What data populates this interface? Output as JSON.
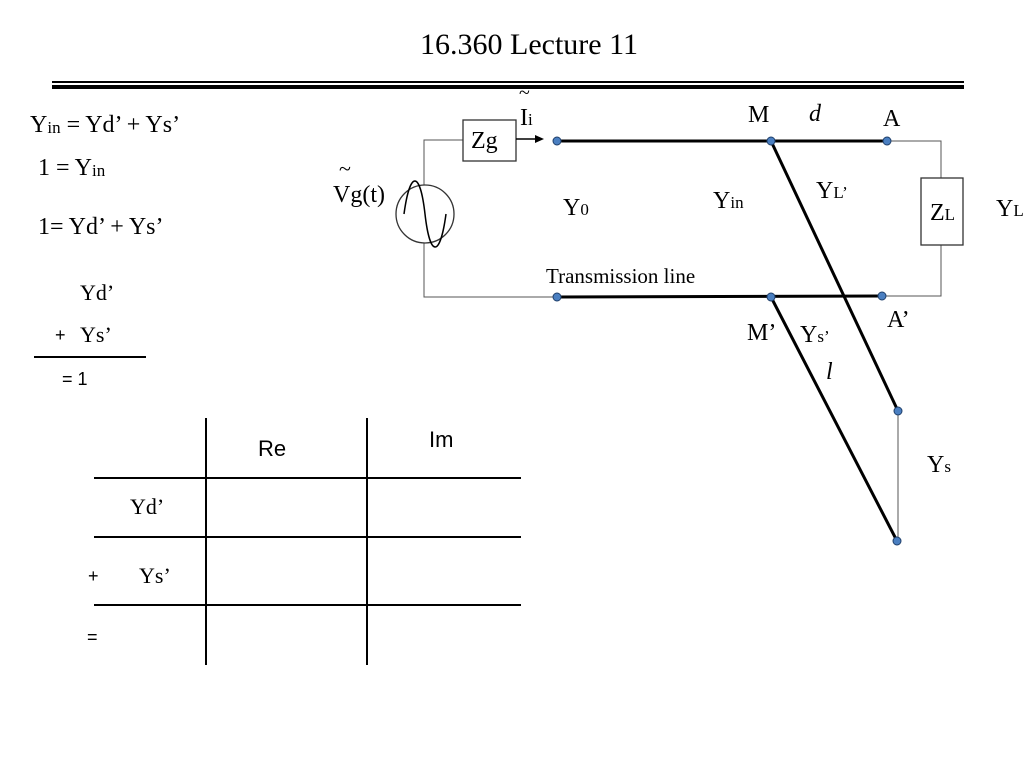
{
  "slide": {
    "title": "16.360 Lecture 11"
  },
  "equations": {
    "eq1": {
      "lhs": "Y",
      "lhs_sub": "in",
      "rhs": "= Yd’ + Ys’"
    },
    "eq2": {
      "lhs": "1 = Y",
      "lhs_sub": "in"
    },
    "eq3": "1= Yd’ + Ys’"
  },
  "sum": {
    "row1": "Yd’",
    "plus": "+",
    "row2": "Ys’",
    "result": "= 1"
  },
  "table": {
    "headers": [
      "",
      "Re",
      "Im"
    ],
    "rows": [
      {
        "sign": "",
        "label": "Yd’"
      },
      {
        "sign": "+",
        "label": "Ys’"
      },
      {
        "sign": "=",
        "label": ""
      }
    ]
  },
  "circuit": {
    "source_tilde": "~",
    "source_label": "Vg(t)",
    "zg_label": "Zg",
    "current_tilde": "~",
    "current_main": "I",
    "current_sub": "i",
    "m_label": "M",
    "d_label": "d",
    "a_label": "A",
    "y0_main": "Y",
    "y0_sub": "0",
    "yin_main": "Y",
    "yin_sub": "in",
    "yl_prime_main": "Y",
    "yl_prime_sub": "L’",
    "zl_main": "Z",
    "zl_sub": "L",
    "yl_main": "Y",
    "yl_sub": "L",
    "tline_label": "Transmission line",
    "mp_label": "M’",
    "ys_prime_main": "Y",
    "ys_prime_sub": "s’",
    "ap_label": "A’",
    "l_label": "l",
    "ys_main": "Y",
    "ys_sub": "s"
  }
}
